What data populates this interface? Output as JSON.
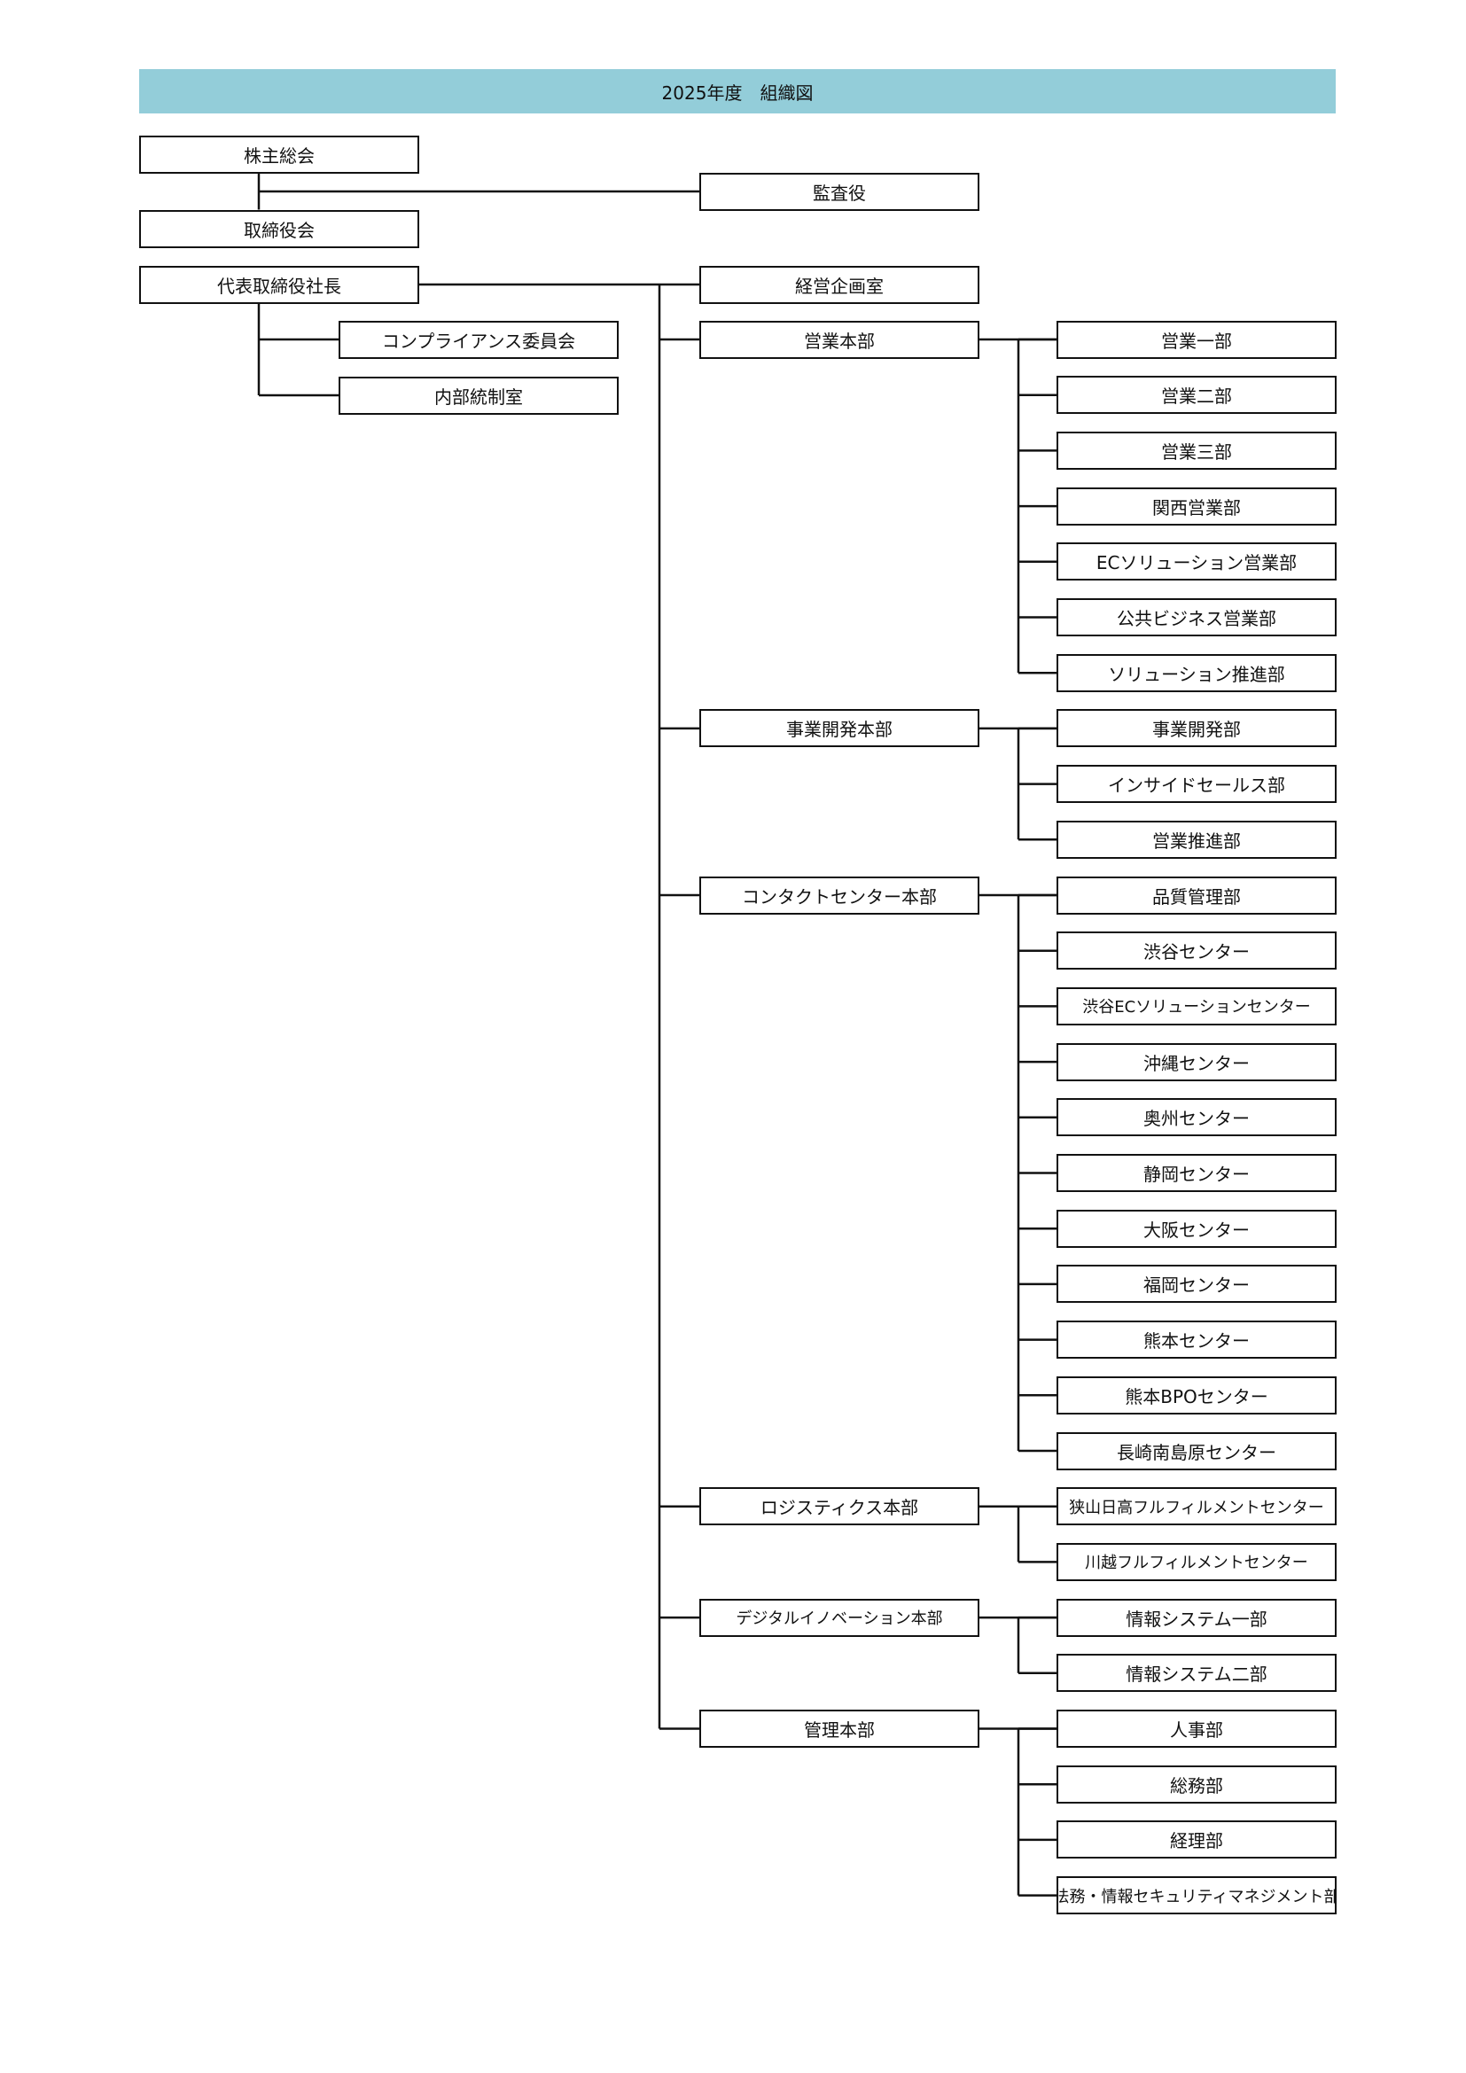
{
  "title": "2025年度　組織図",
  "top": {
    "shareholders": "株主総会",
    "auditor": "監査役",
    "board": "取締役会",
    "president": "代表取締役社長",
    "compliance": "コンプライアンス委員会",
    "internal_control": "内部統制室",
    "corporate_planning": "経営企画室"
  },
  "divisions": [
    {
      "name": "営業本部",
      "departments": [
        "営業一部",
        "営業二部",
        "営業三部",
        "関西営業部",
        "ECソリューション営業部",
        "公共ビジネス営業部",
        "ソリューション推進部"
      ]
    },
    {
      "name": "事業開発本部",
      "departments": [
        "事業開発部",
        "インサイドセールス部",
        "営業推進部"
      ]
    },
    {
      "name": "コンタクトセンター本部",
      "departments": [
        "品質管理部",
        "渋谷センター",
        "渋谷ECソリューションセンター",
        "沖縄センター",
        "奥州センター",
        "静岡センター",
        "大阪センター",
        "福岡センター",
        "熊本センター",
        "熊本BPOセンター",
        "長崎南島原センター"
      ]
    },
    {
      "name": "ロジスティクス本部",
      "departments": [
        "狭山日高フルフィルメントセンター",
        "川越フルフィルメントセンター"
      ]
    },
    {
      "name": "デジタルイノベーション本部",
      "departments": [
        "情報システム一部",
        "情報システム二部"
      ]
    },
    {
      "name": "管理本部",
      "departments": [
        "人事部",
        "総務部",
        "経理部",
        "法務・情報セキュリティマネジメント部"
      ]
    }
  ]
}
